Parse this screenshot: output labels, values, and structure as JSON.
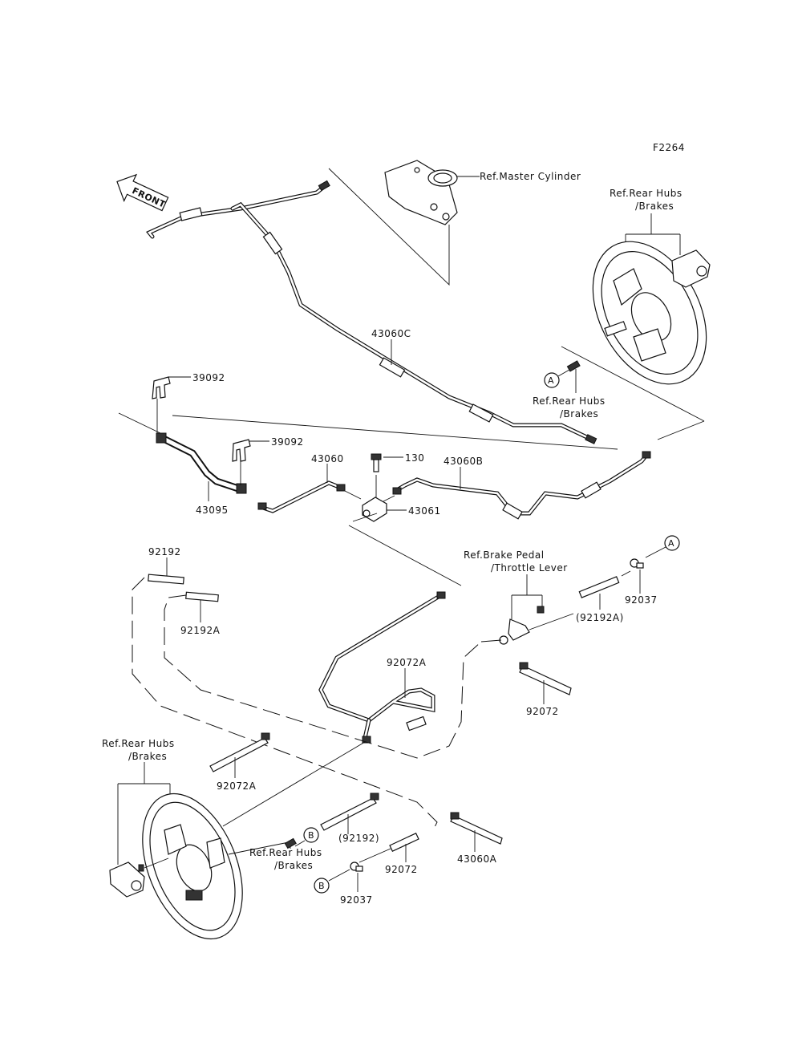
{
  "figure_id": "F2264",
  "direction_indicator": "FRONT",
  "reference_labels": {
    "master_cylinder": "Ref.Master Cylinder",
    "rear_hubs_top_line1": "Ref.Rear Hubs",
    "rear_hubs_top_line2": "/Brakes",
    "rear_hubs_mid_line1": "Ref.Rear Hubs",
    "rear_hubs_mid_line2": "/Brakes",
    "brake_pedal_line1": "Ref.Brake Pedal",
    "brake_pedal_line2": "/Throttle Lever",
    "rear_hubs_left_line1": "Ref.Rear Hubs",
    "rear_hubs_left_line2": "/Brakes",
    "rear_hubs_bottom_line1": "Ref.Rear Hubs",
    "rear_hubs_bottom_line2": "/Brakes"
  },
  "callouts": {
    "marker_a": "A",
    "marker_a2": "A",
    "marker_b": "B",
    "marker_b2": "B"
  },
  "parts": [
    {
      "id": "p43060c",
      "label": "43060C"
    },
    {
      "id": "p39092a",
      "label": "39092"
    },
    {
      "id": "p39092b",
      "label": "39092"
    },
    {
      "id": "p43060",
      "label": "43060"
    },
    {
      "id": "p130",
      "label": "130"
    },
    {
      "id": "p43060b",
      "label": "43060B"
    },
    {
      "id": "p43061",
      "label": "43061"
    },
    {
      "id": "p43095",
      "label": "43095"
    },
    {
      "id": "p92192",
      "label": "92192"
    },
    {
      "id": "p92192a",
      "label": "92192A"
    },
    {
      "id": "p92192a_paren",
      "label": "(92192A)"
    },
    {
      "id": "p92037a",
      "label": "92037"
    },
    {
      "id": "p92072a",
      "label": "92072"
    },
    {
      "id": "p43060a",
      "label": "43060A"
    },
    {
      "id": "p92072a_left",
      "label": "92072A"
    },
    {
      "id": "p92072a_mid",
      "label": "92072A"
    },
    {
      "id": "p92192_paren",
      "label": "(92192)"
    },
    {
      "id": "p92072b",
      "label": "92072"
    },
    {
      "id": "p92037b",
      "label": "92037"
    }
  ]
}
